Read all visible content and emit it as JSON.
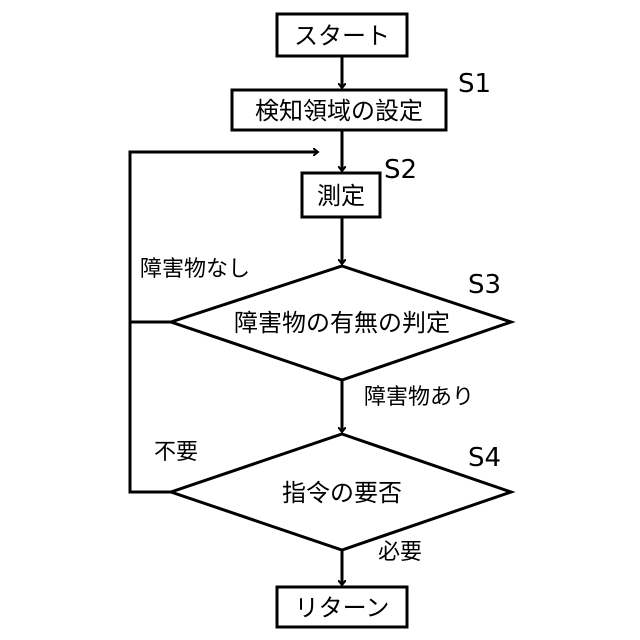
{
  "nodes": {
    "start": "スタート",
    "s1": "検知領域の設定",
    "s2": "測定",
    "s3": "障害物の有無の判定",
    "s4": "指令の要否",
    "end": "リターン"
  },
  "step_ids": {
    "s1": "S1",
    "s2": "S2",
    "s3": "S3",
    "s4": "S4"
  },
  "branches": {
    "s3_no": "障害物なし",
    "s3_yes": "障害物あり",
    "s4_no": "不要",
    "s4_yes": "必要"
  }
}
